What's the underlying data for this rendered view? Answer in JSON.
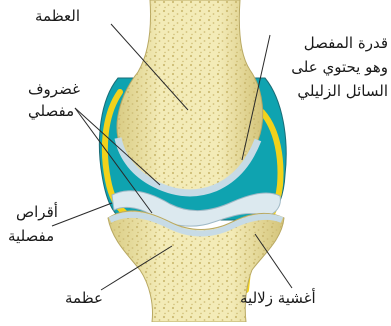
{
  "labels": {
    "bone_top": "العظمة",
    "capsule_line1": "قدرة المفصل",
    "capsule_line2": "وهو يحتوي على",
    "capsule_line3": "السائل الزليلي",
    "cartilage_line1": "غضروف",
    "cartilage_line2": "مفصلي",
    "discs_line1": "أقراص",
    "discs_line2": "مفصلية",
    "bone_bottom": "عظمة",
    "membrane": "أغشية زلالية"
  },
  "colors": {
    "bone": "#ede3a0",
    "bone_dots": "#c9b76d",
    "capsule": "#0fa3b0",
    "cartilage": "#c7dbe6",
    "synovial_membrane": "#f2d21b",
    "line": "#2a2a2a"
  }
}
